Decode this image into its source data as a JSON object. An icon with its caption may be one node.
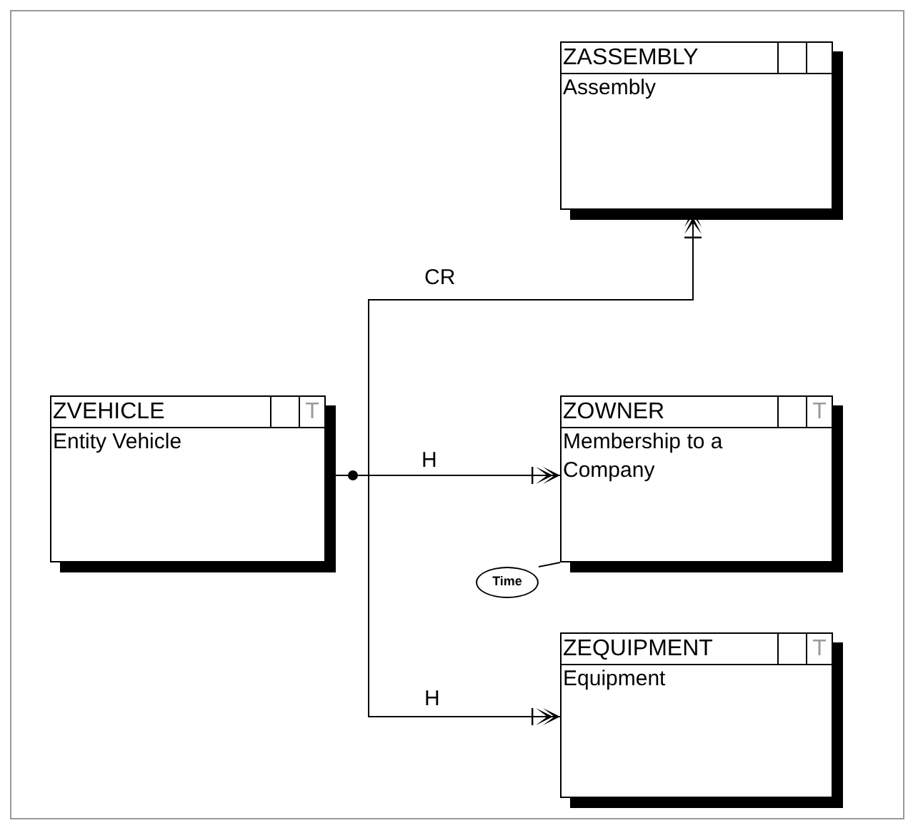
{
  "diagram": {
    "nodes": [
      {
        "text": [
          "ZASSEMBLY",
          "Assembly"
        ]
      },
      {
        "text": [
          "ZVEHICLE",
          "T",
          "Entity Vehicle"
        ]
      },
      {
        "text": [
          "ZOWNER",
          "T",
          "Membership to a Company"
        ]
      },
      {
        "text": [
          "ZEQUIPMENT",
          "T",
          "Equipment"
        ]
      },
      {
        "text": [
          "Time"
        ]
      }
    ],
    "edges": [
      {
        "from": 1,
        "to": 0,
        "arrow": "other",
        "label": "CR"
      },
      {
        "from": 1,
        "to": 2,
        "arrow": "other",
        "label": "H"
      },
      {
        "from": 1,
        "to": 3,
        "arrow": "other",
        "label": "H"
      },
      {
        "from": 4,
        "to": 2,
        "arrow": "none"
      }
    ]
  }
}
